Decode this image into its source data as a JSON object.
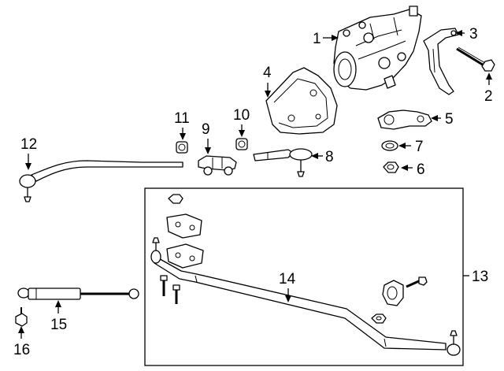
{
  "callouts": {
    "c1": "1",
    "c2": "2",
    "c3": "3",
    "c4": "4",
    "c5": "5",
    "c6": "6",
    "c7": "7",
    "c8": "8",
    "c9": "9",
    "c10": "10",
    "c11": "11",
    "c12": "12",
    "c13": "13",
    "c14": "14",
    "c15": "15",
    "c16": "16"
  },
  "colors": {
    "line": "#000000",
    "background": "#ffffff",
    "fill_shade": "#d8d8d8"
  },
  "parts": [
    {
      "callout": "1",
      "icon": "steering-gear-icon"
    },
    {
      "callout": "2",
      "icon": "nut-icon"
    },
    {
      "callout": "3",
      "icon": "bracket-with-bolt-icon"
    },
    {
      "callout": "4",
      "icon": "heat-shield-icon"
    },
    {
      "callout": "5",
      "icon": "pitman-arm-icon"
    },
    {
      "callout": "6",
      "icon": "nut-icon"
    },
    {
      "callout": "7",
      "icon": "washer-icon"
    },
    {
      "callout": "8",
      "icon": "tie-rod-end-icon"
    },
    {
      "callout": "9",
      "icon": "clamp-icon"
    },
    {
      "callout": "10",
      "icon": "nut-icon"
    },
    {
      "callout": "11",
      "icon": "nut-icon"
    },
    {
      "callout": "12",
      "icon": "tie-rod-icon"
    },
    {
      "callout": "13",
      "icon": "drag-link-kit-box-icon"
    },
    {
      "callout": "14",
      "icon": "drag-link-icon"
    },
    {
      "callout": "15",
      "icon": "steering-damper-icon"
    },
    {
      "callout": "16",
      "icon": "bolt-icon"
    }
  ]
}
